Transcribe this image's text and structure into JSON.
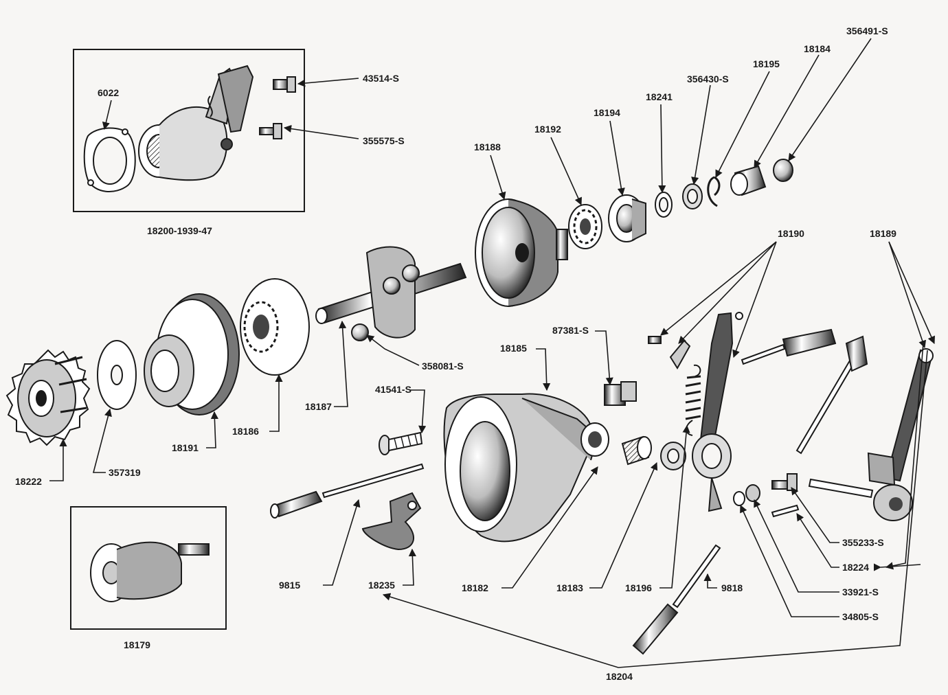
{
  "labels": {
    "l_6022": "6022",
    "l_43514s": "43514-S",
    "l_355575s": "355575-S",
    "l_18200": "18200-1939-47",
    "l_18188": "18188",
    "l_18192": "18192",
    "l_18194": "18194",
    "l_18241": "18241",
    "l_356430s": "356430-S",
    "l_18195": "18195",
    "l_18184": "18184",
    "l_356491s": "356491-S",
    "l_18190": "18190",
    "l_18189": "18189",
    "l_358081s": "358081-S",
    "l_18187": "18187",
    "l_18186": "18186",
    "l_18191": "18191",
    "l_357319": "357319",
    "l_18222": "18222",
    "l_87381s": "87381-S",
    "l_18185": "18185",
    "l_41541s": "41541-S",
    "l_9815": "9815",
    "l_18235": "18235",
    "l_18182": "18182",
    "l_18183": "18183",
    "l_18196": "18196",
    "l_9818": "9818",
    "l_355233s": "355233-S",
    "l_18224": "18224",
    "l_33921s": "33921-S",
    "l_34805s": "34805-S",
    "l_18179": "18179",
    "l_18204": "18204"
  },
  "colors": {
    "ink": "#1a1a1a",
    "paper": "#f7f6f4",
    "shade": "#3a3a3a",
    "light": "#ffffff"
  }
}
